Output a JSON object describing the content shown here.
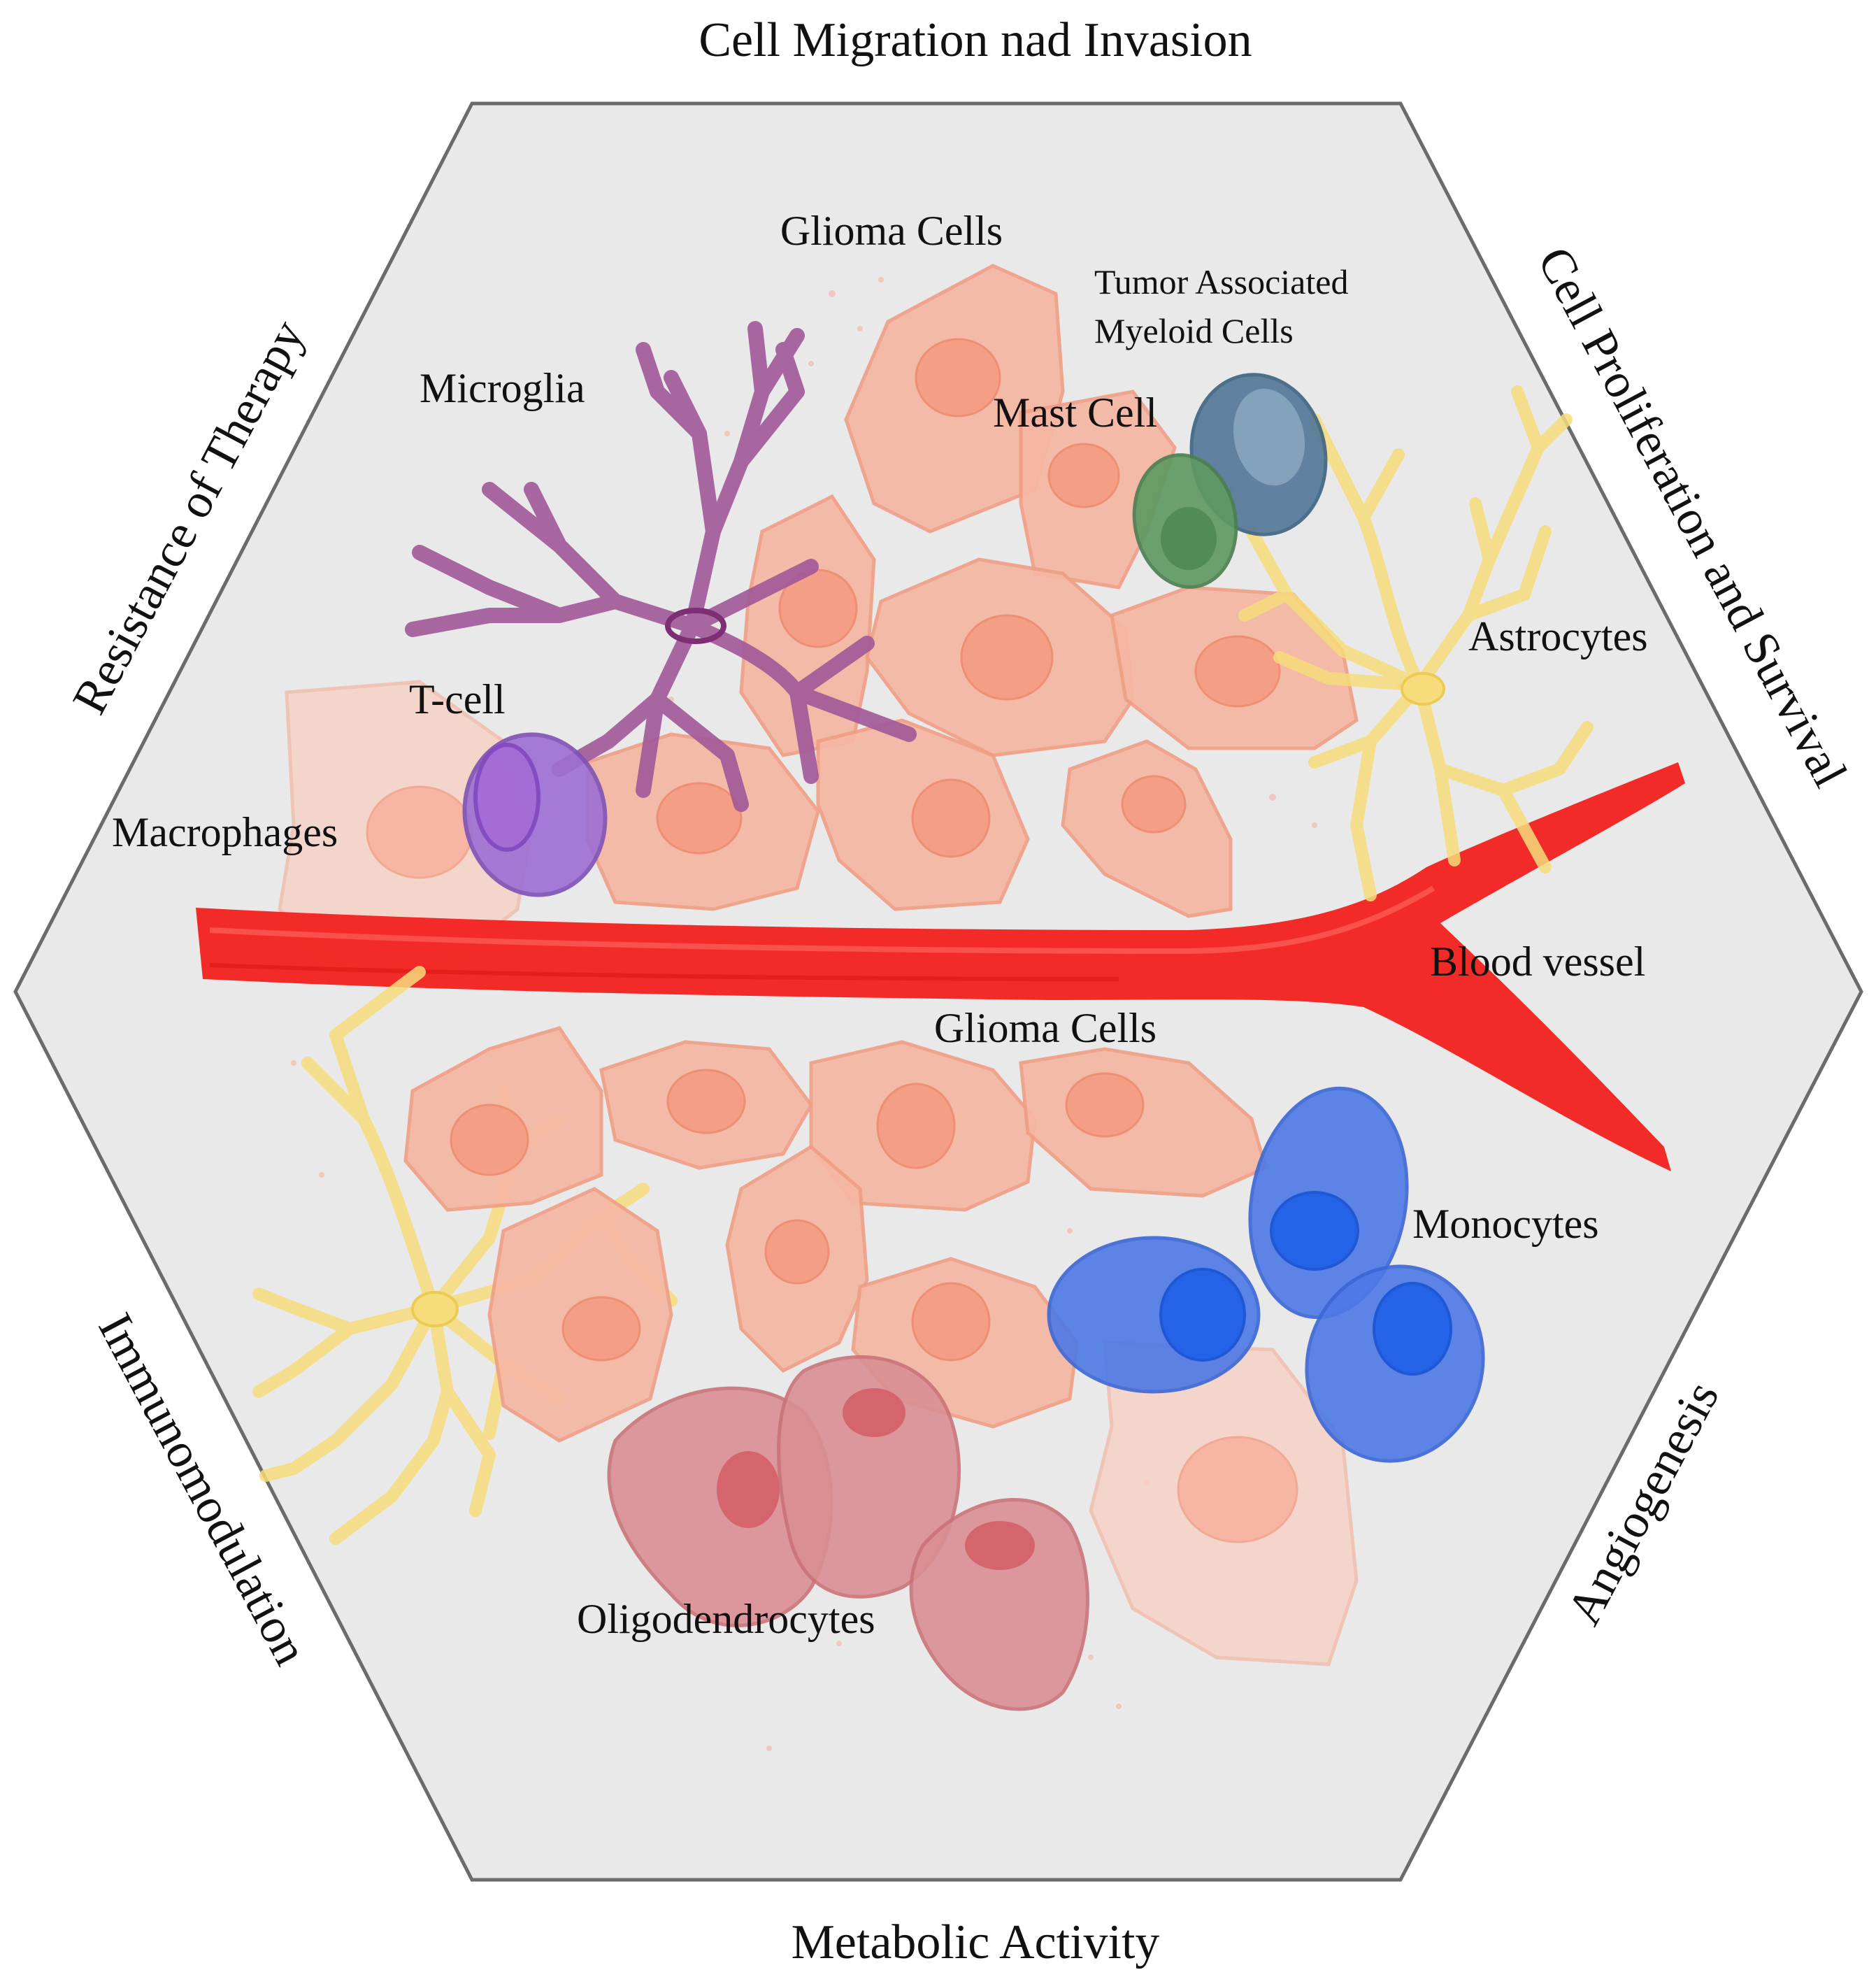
{
  "side_labels": {
    "top": "Cell Migration nad Invasion",
    "upper_right": "Cell Proliferation and Survival",
    "lower_right": "Angiogenesis",
    "bottom": "Metabolic Activity",
    "lower_left": "Immunomodulation",
    "upper_left": "Resistance of Therapy"
  },
  "cell_labels": {
    "glioma_top": "Glioma Cells",
    "tumor_myeloid_line1": "Tumor Associated",
    "tumor_myeloid_line2": "Myeloid Cells",
    "microglia": "Microglia",
    "mast_cell": "Mast Cell",
    "astrocytes": "Astrocytes",
    "t_cell": "T-cell",
    "macrophages": "Macrophages",
    "blood_vessel": "Blood vessel",
    "glioma_bottom": "Glioma Cells",
    "monocytes": "Monocytes",
    "oligodendrocytes": "Oligodendrocytes"
  },
  "colors": {
    "hexagon_fill": "#e9e9e9",
    "hexagon_stroke": "#6b6b6b",
    "blood_vessel": "#f2211f",
    "glioma": "#f6b7a3",
    "microglia": "#a15898",
    "astrocytes": "#f6dc7a",
    "t_cell": "#9d6fd4",
    "mast_cell": "#5f9a63",
    "tumor_myeloid": "#55799a",
    "monocytes": "#4d79e6",
    "oligodendrocytes": "#da8f93"
  }
}
